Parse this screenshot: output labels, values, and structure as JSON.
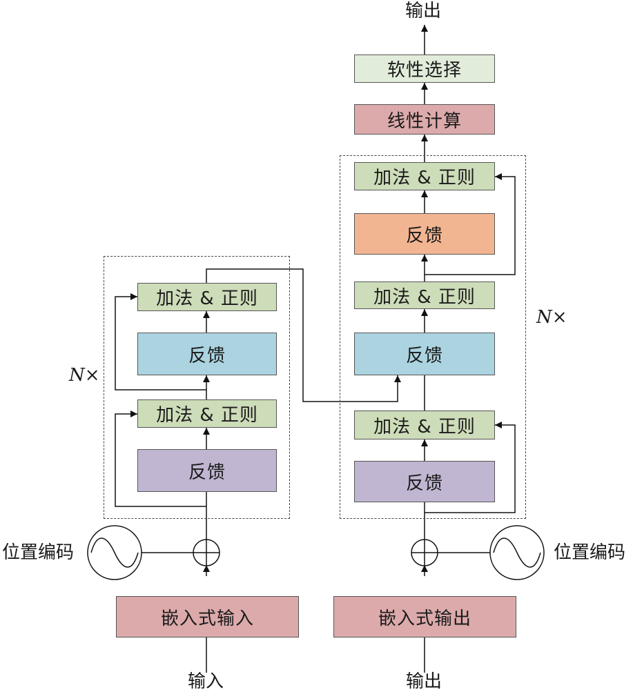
{
  "encoder": {
    "input_label": "输入",
    "embedding": "嵌入式输入",
    "pos_encoding": "位置编码",
    "repeat": {
      "n": "N",
      "times": "×"
    },
    "layers": {
      "add_norm_top": "加法 & 正则",
      "feedback_top": "反馈",
      "add_norm_bottom": "加法 & 正则",
      "feedback_bottom": "反馈"
    }
  },
  "decoder": {
    "input_label": "输出",
    "embedding": "嵌入式输出",
    "pos_encoding": "位置编码",
    "repeat": {
      "n": "N",
      "times": "×"
    },
    "layers": {
      "add_norm_top": "加法 & 正则",
      "feedback_top": "反馈",
      "add_norm_middle": "加法 & 正则",
      "feedback_middle": "反馈",
      "add_norm_bottom": "加法 & 正则",
      "feedback_bottom": "反馈"
    },
    "linear": "线性计算",
    "softmax": "软性选择",
    "output_label": "输出"
  },
  "colors": {
    "green": "#cddcb9",
    "blue": "#abd3e0",
    "purple": "#c0b6d1",
    "orange": "#f2b592",
    "pink": "#dcaaab",
    "softmax_green": "#e1ecda"
  }
}
